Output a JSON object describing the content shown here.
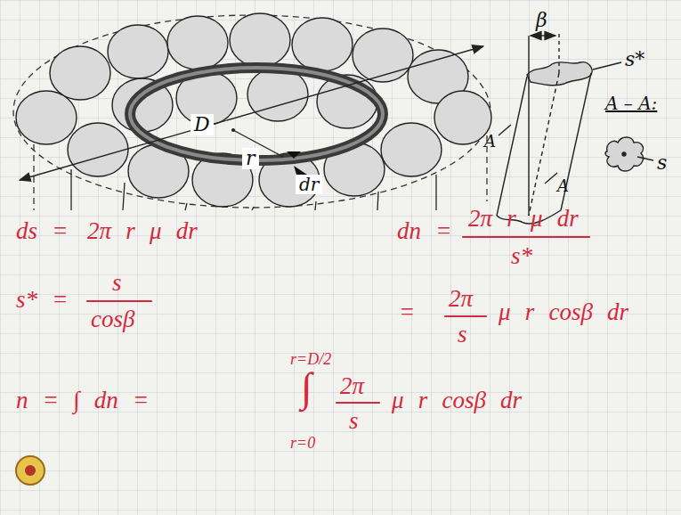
{
  "diagram": {
    "labels": [
      "D",
      "r",
      "dr",
      "β",
      "s*",
      "A",
      "A",
      "A – A:",
      "s",
      "ds =",
      "2π r μ dr",
      "dn =",
      "2π r μ dr",
      "s*",
      "s* =",
      "s",
      "cosβ",
      "=",
      "2π",
      "s",
      "μ r cosβ dr",
      "r=D/2",
      "n = ∫ dn =",
      "∫",
      "2π",
      "s",
      "μ r cosβ dr",
      "r=0"
    ]
  }
}
